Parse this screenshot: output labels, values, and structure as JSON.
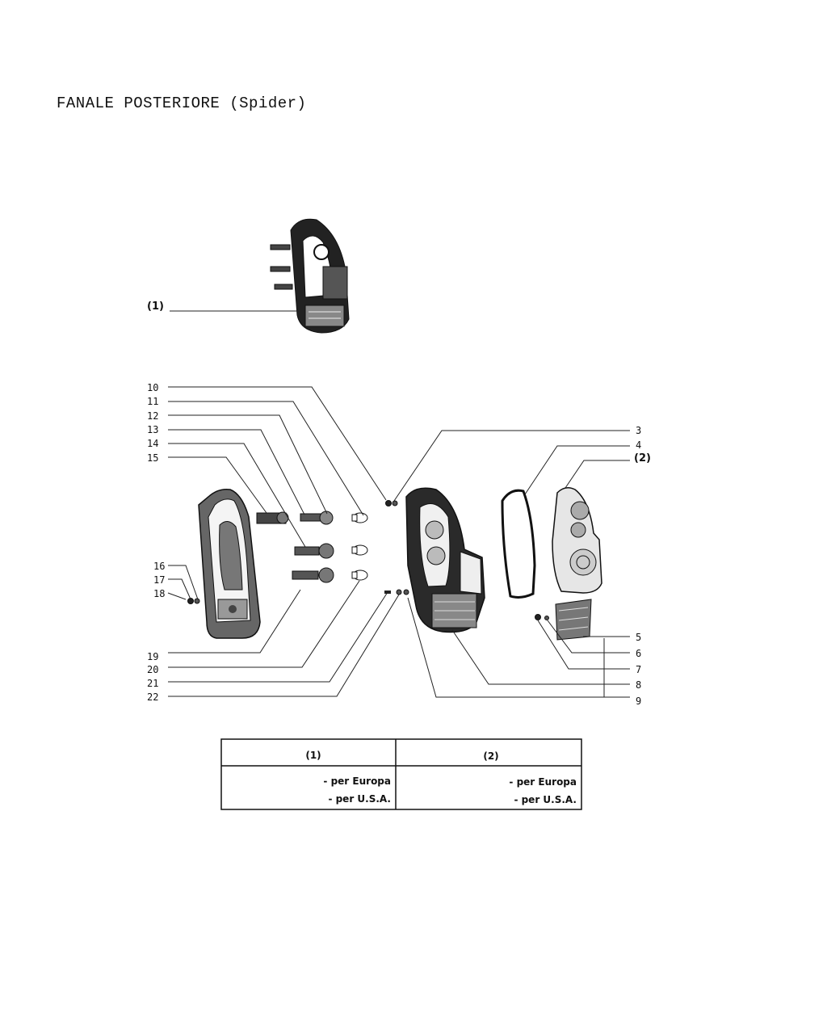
{
  "title": "FANALE POSTERIORE (Spider)",
  "assembly_label": "(1)",
  "labels_left": [
    "10",
    "11",
    "12",
    "13",
    "14",
    "15",
    "16",
    "17",
    "18",
    "19",
    "20",
    "21",
    "22"
  ],
  "labels_right": [
    "3",
    "4",
    "(2)",
    "5",
    "6",
    "7",
    "8",
    "9"
  ],
  "table": {
    "col1_header": "(1)",
    "col2_header": "(2)",
    "col1_rows": [
      "- per Europa",
      "- per U.S.A."
    ],
    "col2_rows": [
      "- per Europa",
      "- per U.S.A."
    ]
  }
}
